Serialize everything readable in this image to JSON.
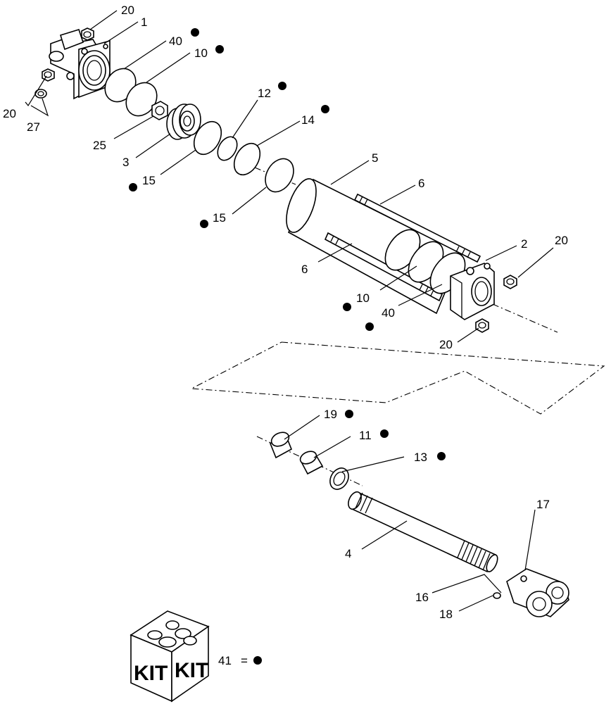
{
  "callouts": [
    {
      "id": "c20a",
      "text": "20"
    },
    {
      "id": "c1",
      "text": "1"
    },
    {
      "id": "c40a",
      "text": "40"
    },
    {
      "id": "c10a",
      "text": "10"
    },
    {
      "id": "c20b",
      "text": "20"
    },
    {
      "id": "c27",
      "text": "27"
    },
    {
      "id": "c12",
      "text": "12"
    },
    {
      "id": "c14",
      "text": "14"
    },
    {
      "id": "c25",
      "text": "25"
    },
    {
      "id": "c3",
      "text": "3"
    },
    {
      "id": "c15a",
      "text": "15"
    },
    {
      "id": "c5",
      "text": "5"
    },
    {
      "id": "c6a",
      "text": "6"
    },
    {
      "id": "c15b",
      "text": "15"
    },
    {
      "id": "c2",
      "text": "2"
    },
    {
      "id": "c20c",
      "text": "20"
    },
    {
      "id": "c6b",
      "text": "6"
    },
    {
      "id": "c10b",
      "text": "10"
    },
    {
      "id": "c40b",
      "text": "40"
    },
    {
      "id": "c20d",
      "text": "20"
    },
    {
      "id": "c19",
      "text": "19"
    },
    {
      "id": "c11",
      "text": "11"
    },
    {
      "id": "c13",
      "text": "13"
    },
    {
      "id": "c17",
      "text": "17"
    },
    {
      "id": "c4",
      "text": "4"
    },
    {
      "id": "c16",
      "text": "16"
    },
    {
      "id": "c18",
      "text": "18"
    }
  ],
  "kit": {
    "box_label_left": "KIT",
    "box_label_right": "KIT",
    "legend_number": "41",
    "legend_equals": "="
  },
  "colors": {
    "ink": "#000000",
    "background": "#ffffff"
  }
}
